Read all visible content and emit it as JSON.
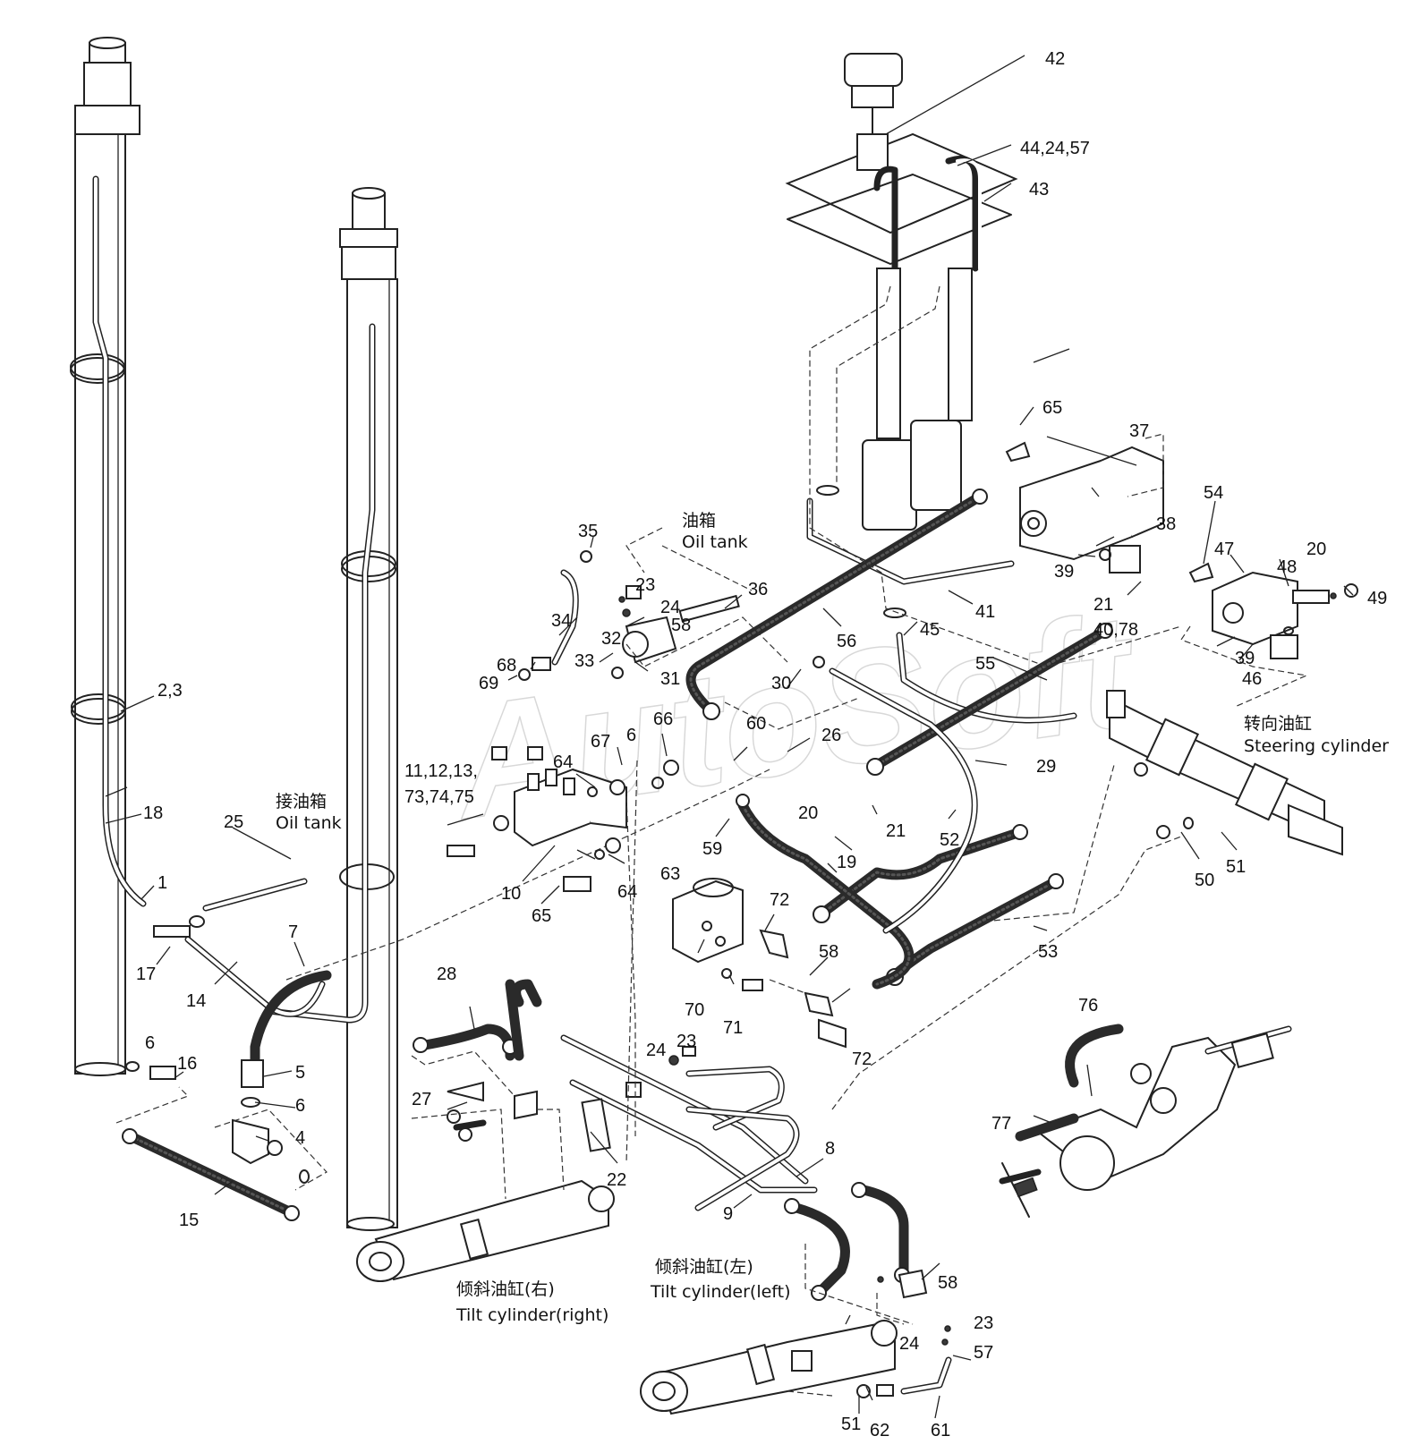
{
  "watermark": "AutoSoft",
  "captions": {
    "oil_tank_top_cn": "油箱",
    "oil_tank_top_en": "Oil  tank",
    "oil_tank_left_cn": "接油箱",
    "oil_tank_left_en": "Oil tank",
    "steering_cn": "转向油缸",
    "steering_en": "Steering cylinder",
    "tilt_right_cn": "倾斜油缸(右)",
    "tilt_right_en": "Tilt cylinder(right)",
    "tilt_left_cn": "倾斜油缸(左)",
    "tilt_left_en": "Tilt cylinder(left)"
  },
  "callouts": [
    "1",
    "2,3",
    "4",
    "5",
    "6",
    "6",
    "6",
    "7",
    "8",
    "9",
    "10",
    "11,12,13,",
    "73,74,75",
    "14",
    "15",
    "16",
    "17",
    "18",
    "19",
    "20",
    "20",
    "21",
    "21",
    "22",
    "23",
    "23",
    "23",
    "24",
    "24",
    "24",
    "25",
    "26",
    "27",
    "28",
    "29",
    "30",
    "31",
    "32",
    "33",
    "34",
    "35",
    "36",
    "37",
    "38",
    "39",
    "39",
    "40,78",
    "41",
    "42",
    "43",
    "44,24,57",
    "45",
    "46",
    "47",
    "48",
    "49",
    "50",
    "51",
    "51",
    "52",
    "53",
    "54",
    "55",
    "56",
    "57",
    "58",
    "58",
    "58",
    "59",
    "60",
    "61",
    "62",
    "63",
    "64",
    "64",
    "65",
    "65",
    "66",
    "67",
    "68",
    "69",
    "70",
    "71",
    "72",
    "72",
    "76",
    "77"
  ]
}
